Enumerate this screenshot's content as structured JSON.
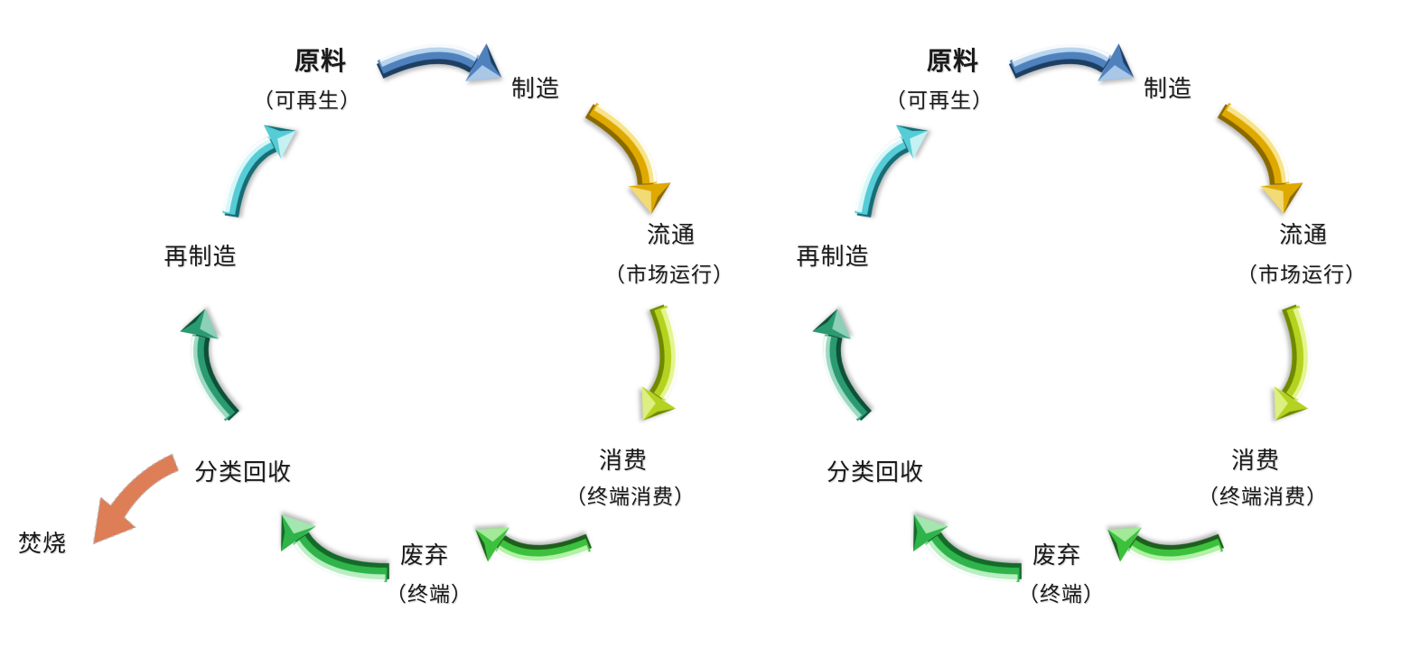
{
  "figure": {
    "background": "#ffffff",
    "text_color": "#1a1a1a",
    "description": "Two circular product life-cycle diagrams with glossy 3D curved arrows; left cycle includes an incineration branch, right cycle does not."
  },
  "colors": {
    "arrow_blue": "#4f81bd",
    "arrow_gold": "#dfa900",
    "arrow_yellow_green": "#b4d21f",
    "arrow_bright_green": "#3cc13c",
    "arrow_green": "#2eb44a",
    "arrow_sea_green": "#2a9b70",
    "arrow_cyan": "#55ccd6",
    "arrow_orange": "#dd7e57"
  },
  "diagrams": [
    {
      "name": "cycle-with-incineration",
      "nodes": {
        "raw": {
          "label": "原料",
          "sub": "（可再生）"
        },
        "manufacture": {
          "label": "制造"
        },
        "circulation": {
          "label": "流通",
          "sub": "（市场运行）"
        },
        "consumption": {
          "label": "消费",
          "sub": "（终端消费）"
        },
        "disposal": {
          "label": "废弃",
          "sub": "（终端）"
        },
        "recycling": {
          "label": "分类回收"
        },
        "remanufacture": {
          "label": "再制造"
        },
        "incineration": {
          "label": "焚烧"
        }
      },
      "arrows": [
        {
          "name": "raw-to-manufacture",
          "from": "原料",
          "to": "制造",
          "color": "#4f81bd"
        },
        {
          "name": "manufacture-to-circulation",
          "from": "制造",
          "to": "流通",
          "color": "#dfa900"
        },
        {
          "name": "circulation-to-consumption",
          "from": "流通",
          "to": "消费",
          "color": "#b4d21f"
        },
        {
          "name": "consumption-to-disposal",
          "from": "消费",
          "to": "废弃",
          "color": "#3cc13c"
        },
        {
          "name": "disposal-to-recycling",
          "from": "废弃",
          "to": "分类回收",
          "color": "#2eb44a"
        },
        {
          "name": "recycling-to-remanufacture",
          "from": "分类回收",
          "to": "再制造",
          "color": "#2a9b70"
        },
        {
          "name": "remanufacture-to-raw",
          "from": "再制造",
          "to": "原料",
          "color": "#55ccd6"
        },
        {
          "name": "recycling-to-incineration",
          "from": "分类回收",
          "to": "焚烧",
          "color": "#dd7e57"
        }
      ]
    },
    {
      "name": "cycle-without-incineration",
      "nodes": {
        "raw": {
          "label": "原料",
          "sub": "（可再生）"
        },
        "manufacture": {
          "label": "制造"
        },
        "circulation": {
          "label": "流通",
          "sub": "（市场运行）"
        },
        "consumption": {
          "label": "消费",
          "sub": "（终端消费）"
        },
        "disposal": {
          "label": "废弃",
          "sub": "（终端）"
        },
        "recycling": {
          "label": "分类回收"
        },
        "remanufacture": {
          "label": "再制造"
        }
      },
      "arrows": [
        {
          "name": "raw-to-manufacture",
          "from": "原料",
          "to": "制造",
          "color": "#4f81bd"
        },
        {
          "name": "manufacture-to-circulation",
          "from": "制造",
          "to": "流通",
          "color": "#dfa900"
        },
        {
          "name": "circulation-to-consumption",
          "from": "流通",
          "to": "消费",
          "color": "#b4d21f"
        },
        {
          "name": "consumption-to-disposal",
          "from": "消费",
          "to": "废弃",
          "color": "#3cc13c"
        },
        {
          "name": "disposal-to-recycling",
          "from": "废弃",
          "to": "分类回收",
          "color": "#2eb44a"
        },
        {
          "name": "recycling-to-remanufacture",
          "from": "分类回收",
          "to": "再制造",
          "color": "#2a9b70"
        },
        {
          "name": "remanufacture-to-raw",
          "from": "再制造",
          "to": "原料",
          "color": "#55ccd6"
        }
      ]
    }
  ]
}
